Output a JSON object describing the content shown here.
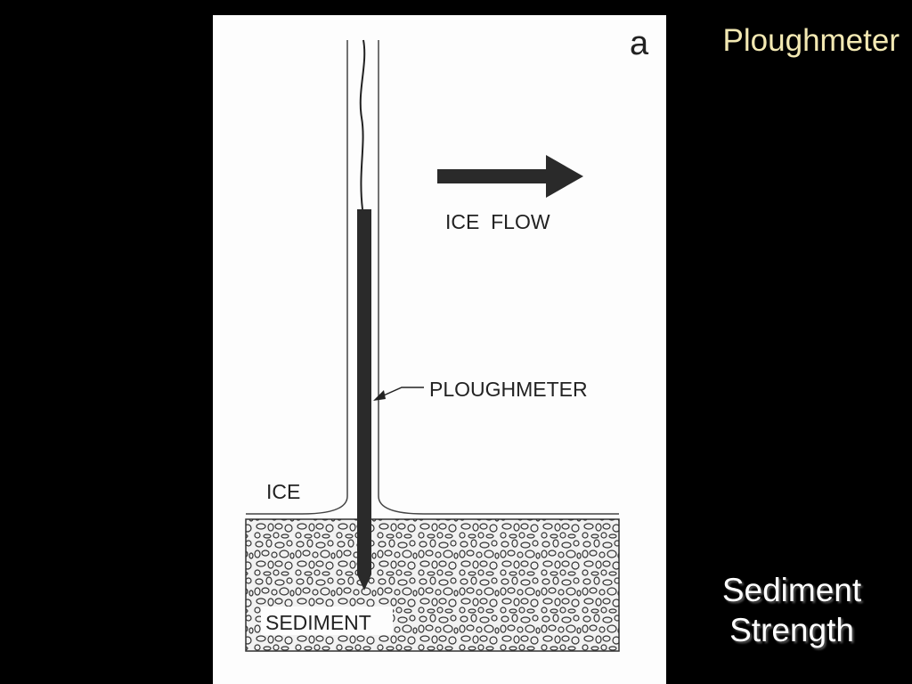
{
  "slide": {
    "title": "Ploughmeter",
    "subtitle_line1": "Sediment",
    "subtitle_line2": "Strength"
  },
  "figure": {
    "panel_letter": "a",
    "flow_label": "ICE  FLOW",
    "instrument_label": "PLOUGHMETER",
    "ice_label": "ICE",
    "sediment_label": "SEDIMENT"
  },
  "colors": {
    "background": "#000000",
    "title": "#f3e9b3",
    "subtitle": "#ffffff",
    "figure_bg": "#fdfdfd",
    "ink": "#222222"
  }
}
